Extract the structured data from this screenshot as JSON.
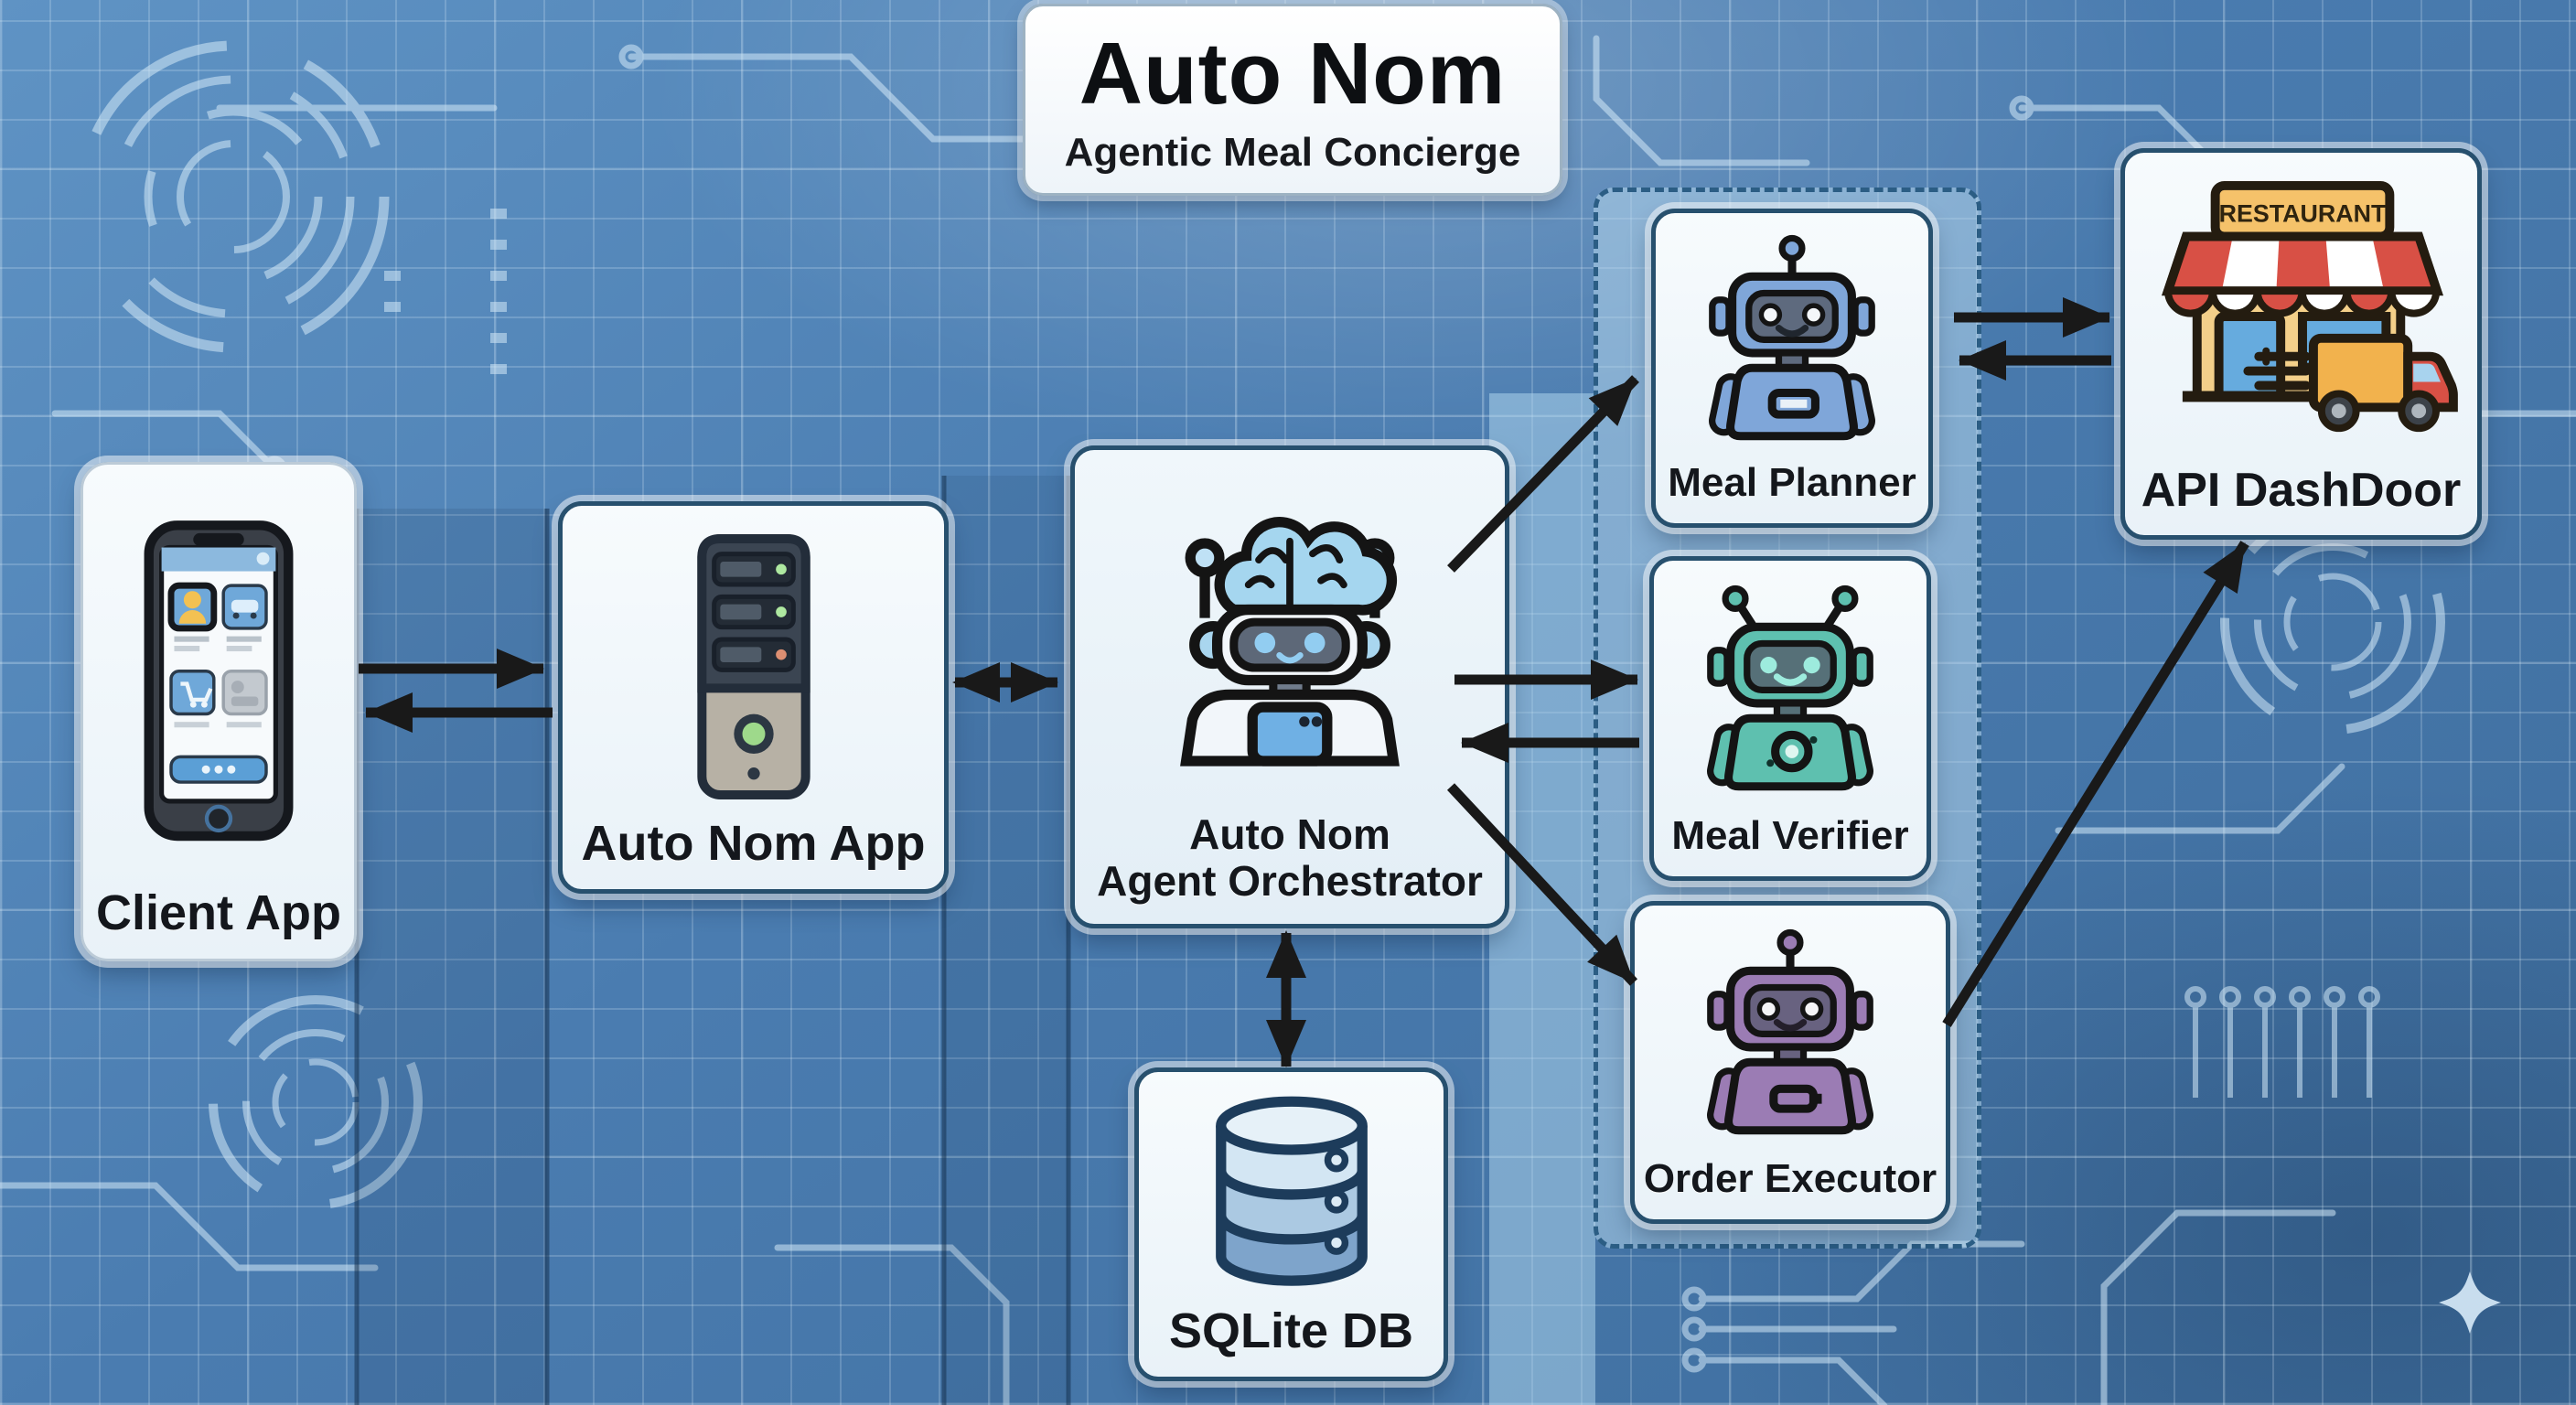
{
  "title": {
    "heading": "Auto Nom",
    "subheading": "Agentic Meal Concierge"
  },
  "nodes": {
    "client_app": {
      "label": "Client App",
      "icon": "smartphone-icon"
    },
    "autonom_app": {
      "label": "Auto Nom App",
      "icon": "server-icon"
    },
    "orchestrator": {
      "label_line1": "Auto Nom",
      "label_line2": "Agent Orchestrator",
      "icon": "robot-brain-icon"
    },
    "meal_planner": {
      "label": "Meal Planner",
      "icon": "robot-icon",
      "accent_color": "#7fa6d9"
    },
    "meal_verifier": {
      "label": "Meal Verifier",
      "icon": "robot-icon",
      "accent_color": "#5ec0af"
    },
    "order_executor": {
      "label": "Order Executor",
      "icon": "robot-icon",
      "accent_color": "#9b7cb4"
    },
    "api_dashdoor": {
      "label": "API DashDoor",
      "sign_text": "RESTAURANT",
      "icon": "restaurant-delivery-icon"
    },
    "sqlite_db": {
      "label": "SQLite DB",
      "icon": "database-cylinder-icon"
    }
  },
  "groups": {
    "agents_panel": {
      "style": "dashed-container",
      "contains": [
        "meal_planner",
        "meal_verifier",
        "order_executor"
      ]
    }
  },
  "edges": [
    {
      "from": "client_app",
      "to": "autonom_app",
      "arrows": "paired-bidirectional"
    },
    {
      "from": "autonom_app",
      "to": "orchestrator",
      "arrows": "double-headed"
    },
    {
      "from": "orchestrator",
      "to": "meal_planner",
      "arrows": "one-way"
    },
    {
      "from": "orchestrator",
      "to": "meal_verifier",
      "arrows": "paired-bidirectional"
    },
    {
      "from": "orchestrator",
      "to": "order_executor",
      "arrows": "one-way"
    },
    {
      "from": "orchestrator",
      "to": "sqlite_db",
      "arrows": "double-headed"
    },
    {
      "from": "meal_planner",
      "to": "api_dashdoor",
      "arrows": "paired-bidirectional"
    },
    {
      "from": "order_executor",
      "to": "api_dashdoor",
      "arrows": "one-way"
    }
  ],
  "colors": {
    "background": "#4a7cb0",
    "grid_line": "#a9cbe4",
    "box_border": "#27506e",
    "box_fill": "#eef5fa",
    "dashed_panel_border": "#2b5d84",
    "arrow": "#191919",
    "planner_robot": "#7fa6d9",
    "verifier_robot": "#5ec0af",
    "executor_robot": "#9b7cb4",
    "awning_red": "#d85045",
    "truck_yellow": "#f2b24d",
    "db_blue": "#7ea4cb"
  }
}
